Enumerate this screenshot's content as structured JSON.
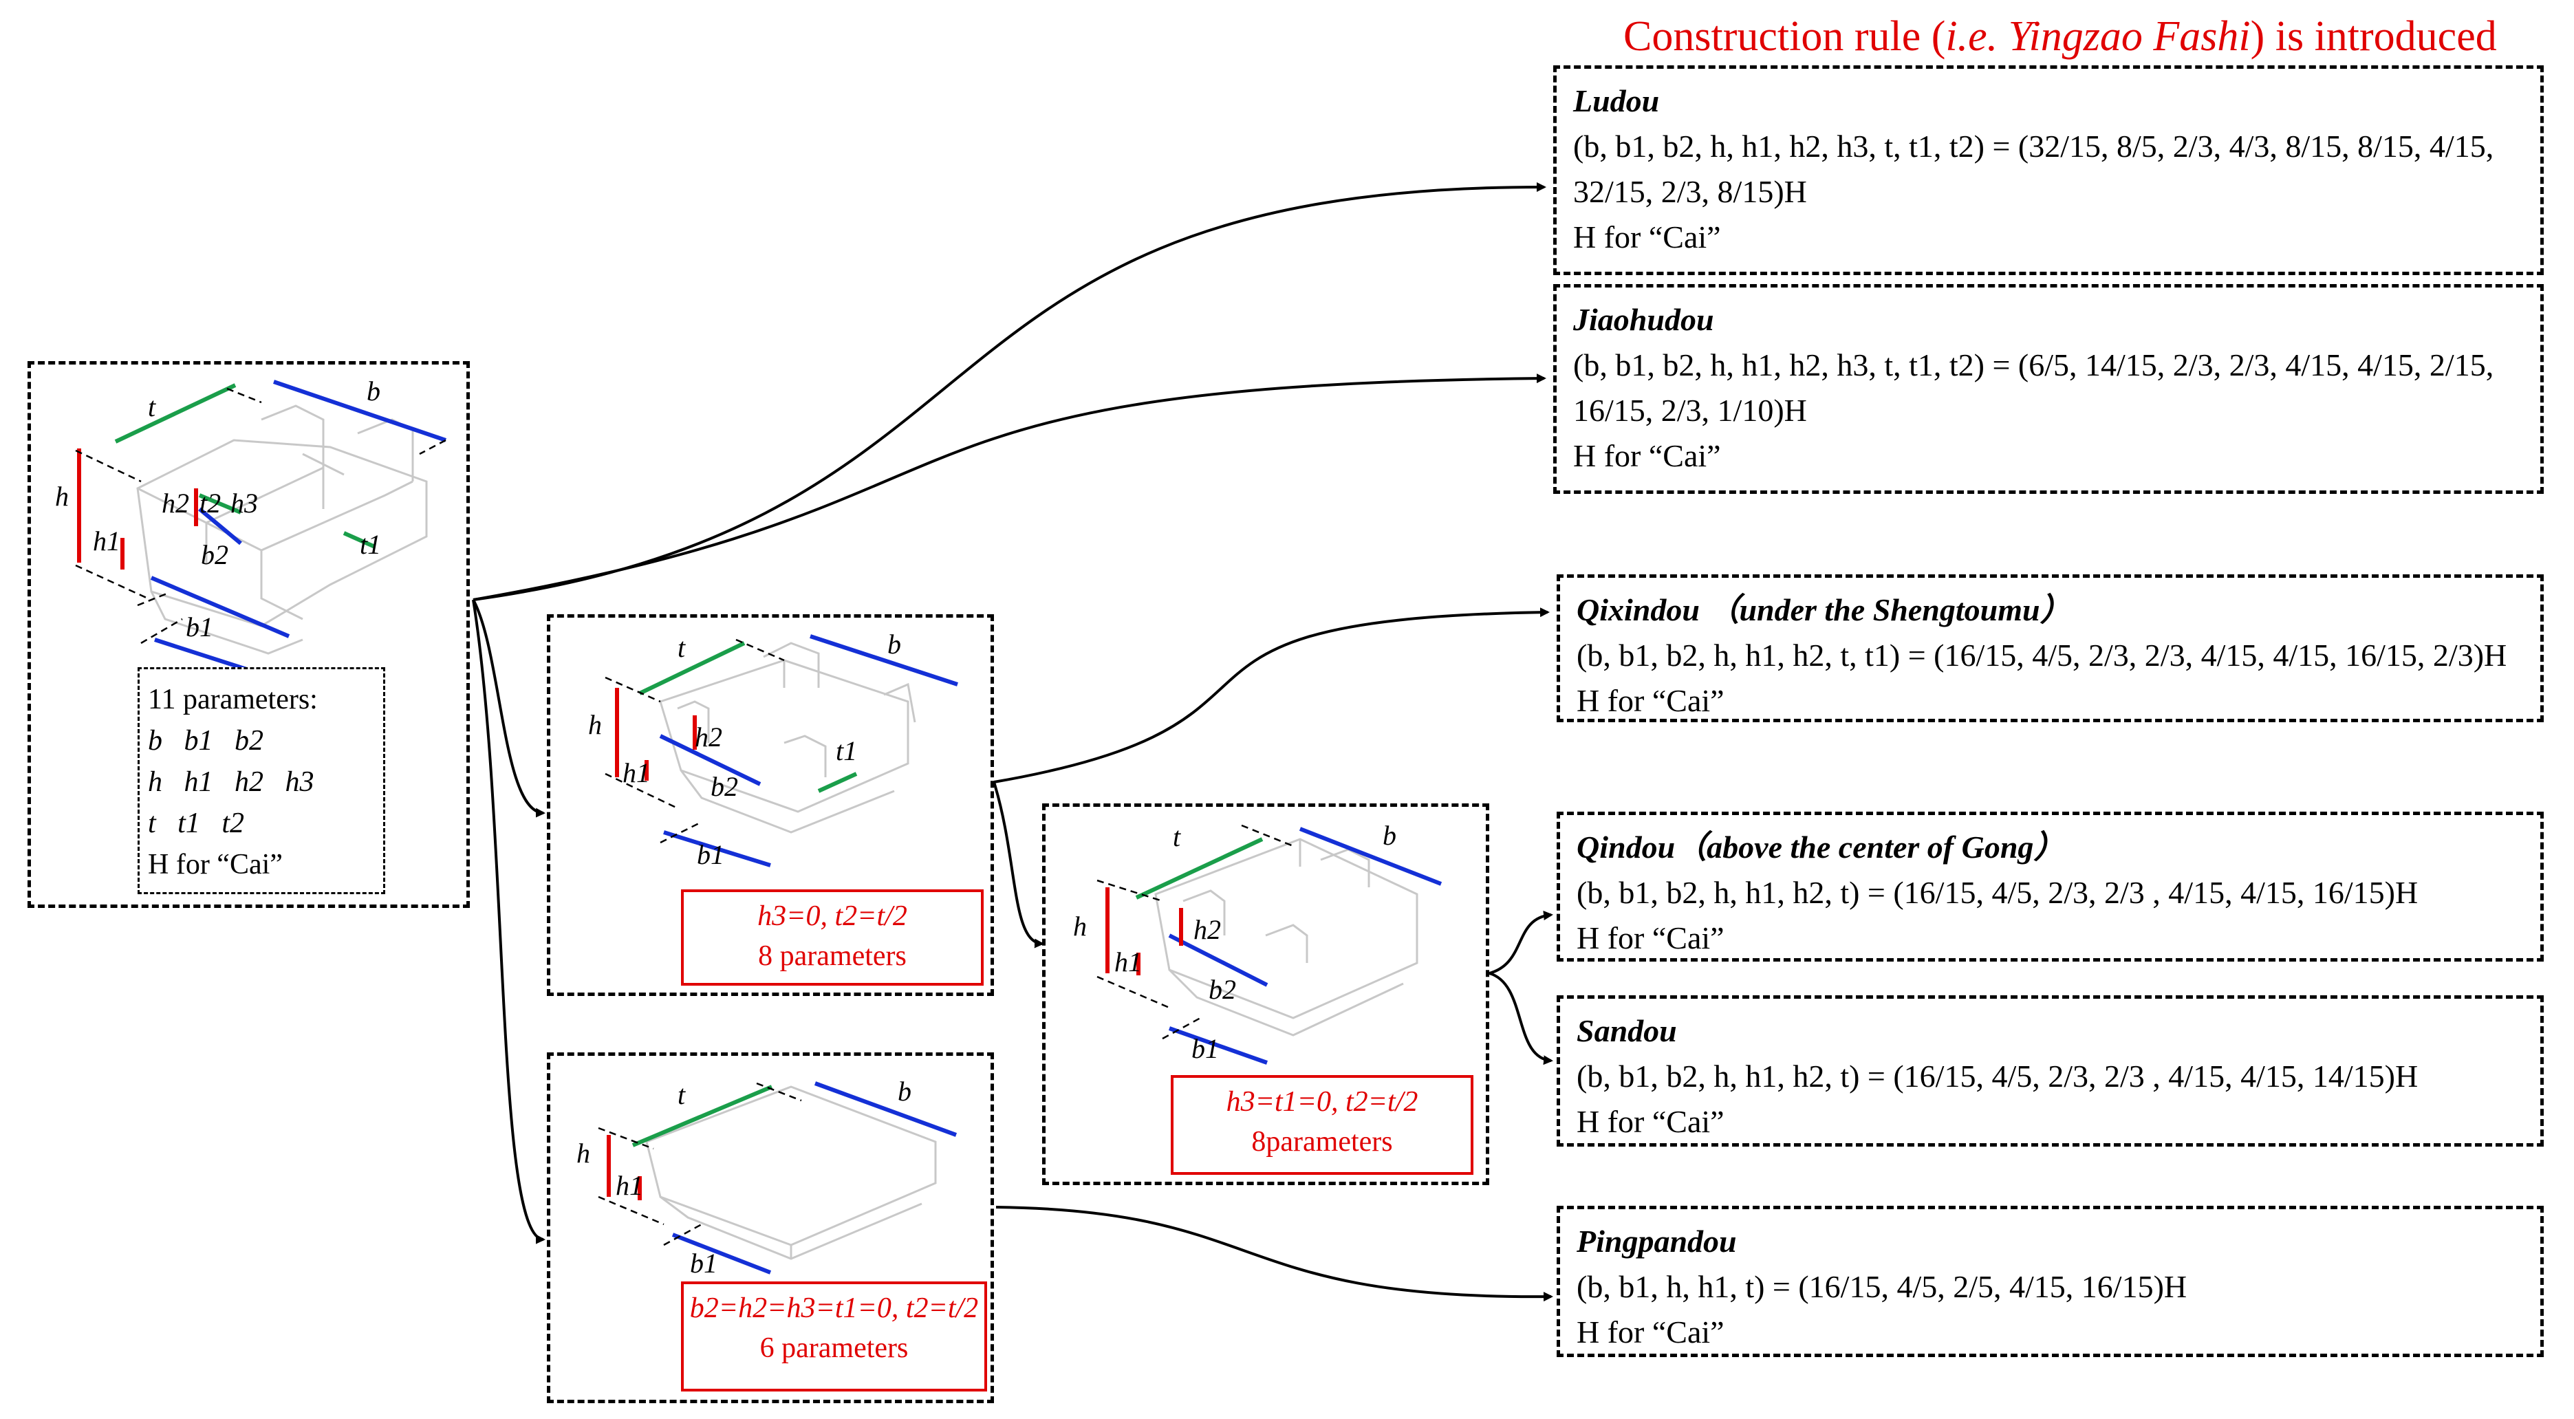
{
  "header": {
    "prefix": "Construction rule (",
    "italic": "i.e. Yingzao Fashi",
    "suffix": ") is introduced"
  },
  "source_model": {
    "param_count_label": "11 parameters:",
    "params_row1": "b   b1   b2",
    "params_row2": "h   h1   h2   h3",
    "params_row3": "t   t1   t2",
    "params_row4": "H for “Cai”"
  },
  "variant_a": {
    "condition": "h3=0, t2=t/2",
    "count": "8 parameters"
  },
  "variant_b": {
    "condition": "b2=h2=h3=t1=0, t2=t/2",
    "count": "6 parameters"
  },
  "variant_c": {
    "condition": "h3=t1=0, t2=t/2",
    "count": "8parameters"
  },
  "dimension_labels": {
    "t": "t",
    "b": "b",
    "h": "h",
    "h1": "h1",
    "h2": "h2",
    "h3": "h3",
    "t1": "t1",
    "t2": "t2",
    "b1": "b1",
    "b2": "b2"
  },
  "results": {
    "ludou": {
      "title": "Ludou",
      "line1": "(b, b1, b2, h, h1, h2, h3, t, t1, t2) = (32/15,  8/5,  2/3,  4/3,  8/15,   8/15,  4/15,",
      "line2": "32/15,  2/3,  8/15)H",
      "cai": "H  for “Cai”"
    },
    "jiaohudou": {
      "title": "Jiaohudou",
      "line1": "(b, b1, b2, h, h1, h2, h3, t, t1, t2) = (6/5,  14/15,  2/3,  2/3,  4/15,   4/15,  2/15,",
      "line2": "16/15,  2/3,  1/10)H",
      "cai": "H  for “Cai”"
    },
    "qixindou": {
      "title": "Qixindou （under the Shengtoumu）",
      "line1": "(b, b1, b2, h, h1, h2, t, t1) = (16/15,  4/5,  2/3,  2/3,  4/15,  4/15,  16/15,  2/3)H",
      "cai": "H  for “Cai”"
    },
    "qindou": {
      "title": "Qindou（above the center of Gong）",
      "line1": "(b, b1, b2, h, h1, h2, t) = (16/15,  4/5,  2/3,  2/3 ,  4/15,  4/15,  16/15)H",
      "cai": "H  for “Cai”"
    },
    "sandou": {
      "title": "Sandou",
      "line1": "(b, b1, b2, h, h1, h2, t) = (16/15,  4/5,  2/3,  2/3 ,  4/15,  4/15,  14/15)H",
      "cai": "H  for “Cai”"
    },
    "pingpandou": {
      "title": "Pingpandou",
      "line1": "(b, b1, h, h1, t) = (16/15,  4/5,  2/5,  4/15,  16/15)H",
      "cai": "H  for “Cai”"
    }
  },
  "colors": {
    "accent_red": "#e00000",
    "t_line_green": "#1a9e4a",
    "b_line_blue": "#1430d6",
    "h_line_red": "#e00000",
    "model_outline": "#c8c8c8"
  }
}
